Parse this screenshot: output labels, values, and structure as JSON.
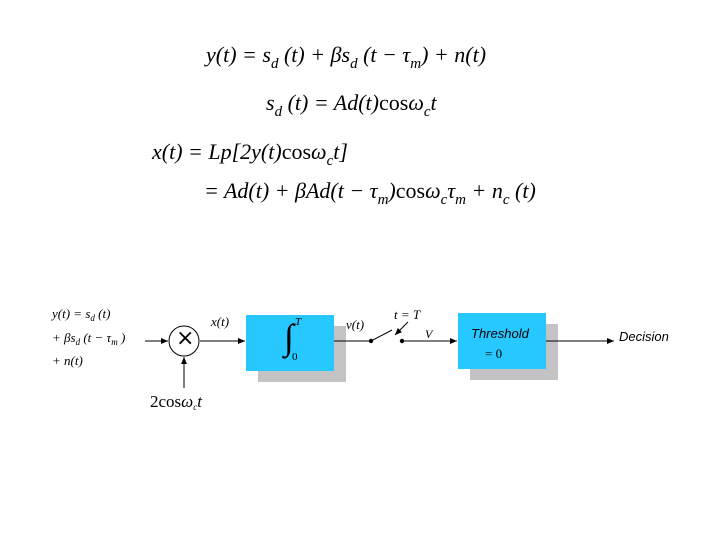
{
  "equations": {
    "eq1": {
      "lhs": "y(t) = ",
      "t1": "s",
      "t1_sub": "d",
      "t2": " (t) + βs",
      "t2_sub": "d",
      "t3": " (t − τ",
      "t3_sub": "m",
      "t4": ") + n(t)"
    },
    "eq2": {
      "t1": "s",
      "t1_sub": "d",
      "t2": " (t) = Ad(t)",
      "cos": "cos",
      "t3": "ω",
      "t3_sub": "c",
      "t4": "t"
    },
    "eq3": {
      "t1": "x(t) = Lp[2y(t)",
      "cos": "cos",
      "t2": "ω",
      "t2_sub": "c",
      "t3": "t]"
    },
    "eq4": {
      "t1": "= Ad(t) + βAd(t − τ",
      "t1_sub": "m",
      "t2": ")",
      "cos": "cos",
      "t3": "ω",
      "t3_sub": "c",
      "t4": "τ",
      "t4_sub": "m",
      "t5": " + n",
      "t5_sub": "c",
      "t6": " (t)"
    }
  },
  "block_diagram": {
    "input_line1": "y(t) = s",
    "input_line1_sub": "d",
    "input_line1_end": " (t)",
    "input_line2": "+ βs",
    "input_line2_sub": "d",
    "input_line2_mid": " (t − τ",
    "input_line2_sub2": "m",
    "input_line2_end": " )",
    "input_line3": "+ n(t)",
    "mixer_symbol": "×",
    "carrier_prefix": "2cos",
    "carrier_omega": "ω",
    "carrier_sub": "c",
    "carrier_t": "t",
    "x_label": "x(t)",
    "integrator_upper": "T",
    "integrator_lower": "0",
    "integral_symbol": "∫",
    "v_label": "v(t)",
    "sample_label": "t = T",
    "sample_value": "V",
    "threshold_title": "Threshold",
    "threshold_value": "= 0",
    "output_label": "Decision",
    "colors": {
      "block_fill": "#27c8ff",
      "block_shadow": "#c3c3c3"
    }
  }
}
